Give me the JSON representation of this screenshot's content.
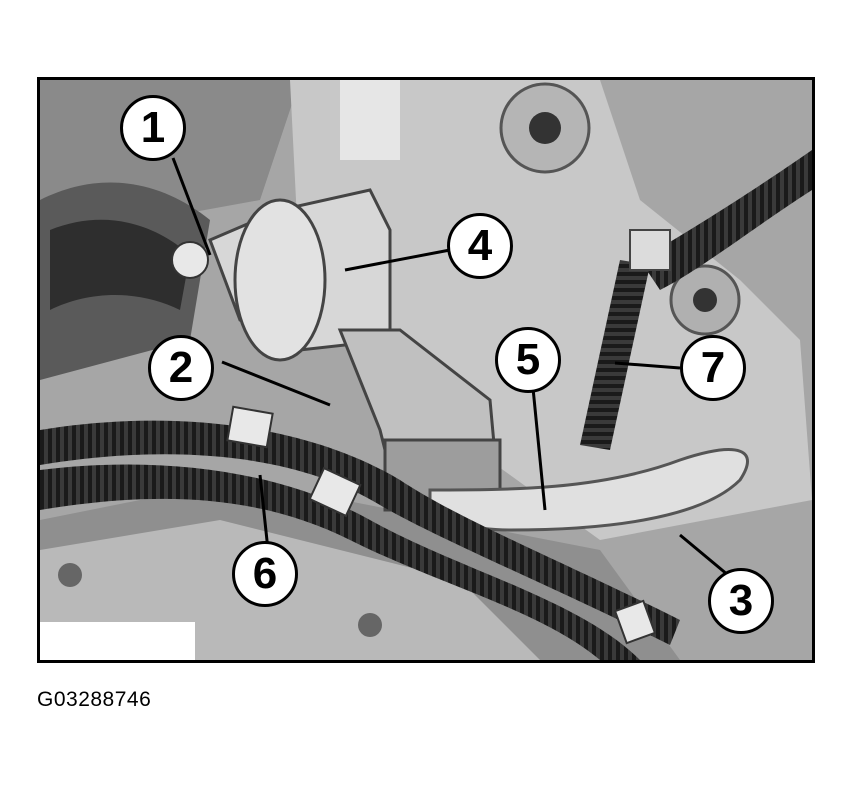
{
  "callouts": [
    {
      "id": "1",
      "label": "1"
    },
    {
      "id": "2",
      "label": "2"
    },
    {
      "id": "3",
      "label": "3"
    },
    {
      "id": "4",
      "label": "4"
    },
    {
      "id": "5",
      "label": "5"
    },
    {
      "id": "6",
      "label": "6"
    },
    {
      "id": "7",
      "label": "7"
    }
  ],
  "figure_id": "G03288746",
  "colors": {
    "line": "#000000",
    "callout_fill": "#ffffff",
    "photo_base": "#9a9a9a"
  }
}
